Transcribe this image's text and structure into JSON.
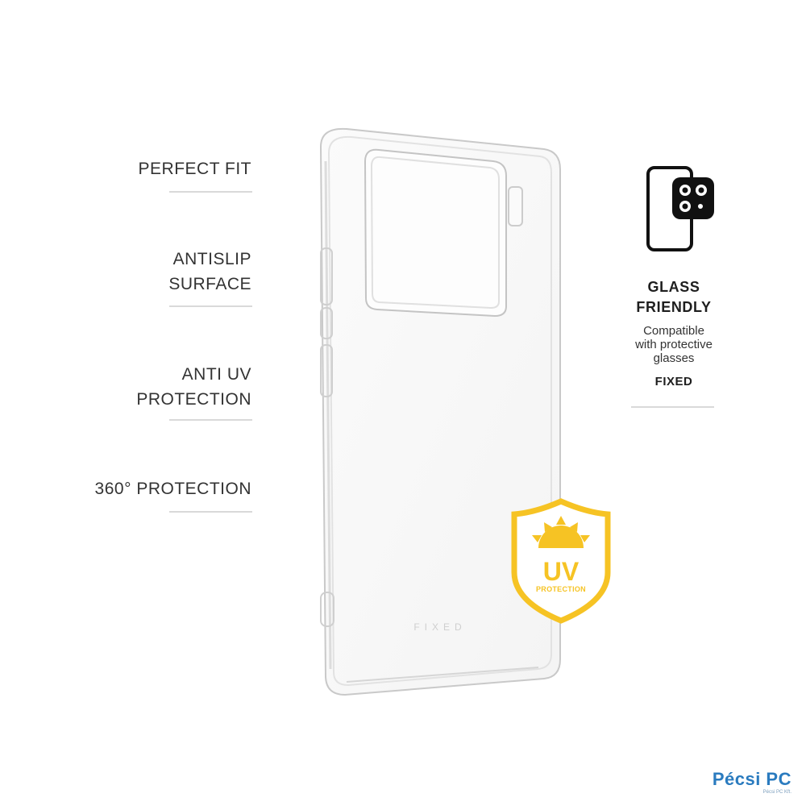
{
  "features": [
    {
      "lines": [
        "PERFECT FIT"
      ]
    },
    {
      "lines": [
        "ANTISLIP",
        "SURFACE"
      ]
    },
    {
      "lines": [
        "ANTI UV",
        "PROTECTION"
      ]
    },
    {
      "lines": [
        "360° PROTECTION"
      ]
    }
  ],
  "glass": {
    "title_line1": "GLASS",
    "title_line2": "FRIENDLY",
    "desc_line1": "Compatible",
    "desc_line2": "with protective",
    "desc_line3": "glasses",
    "brand": "FIXED",
    "icon": "phone-camera-glass-icon"
  },
  "case": {
    "logo_text": "FIXED"
  },
  "uv_badge": {
    "big": "UV",
    "small": "PROTECTION",
    "color": "#F6C324",
    "icon": "sun-icon"
  },
  "watermark": {
    "main": "Pécsi PC",
    "sub": "Pécsi PC Kft."
  },
  "colors": {
    "text": "#333333",
    "rule": "#d9d9d9",
    "badge_yellow": "#F6C324",
    "watermark_blue": "#2a7bbf"
  }
}
